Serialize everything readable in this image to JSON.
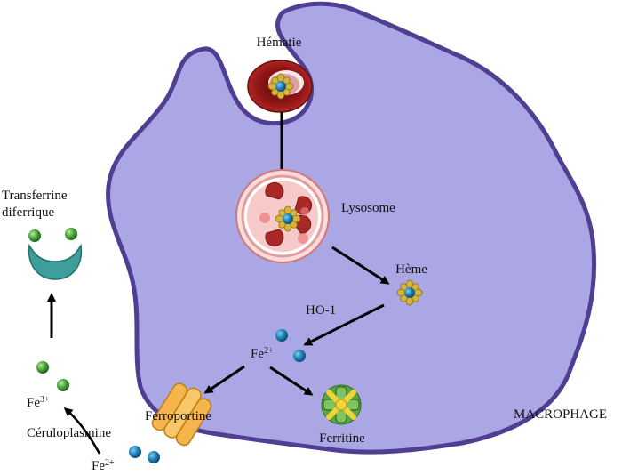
{
  "labels": {
    "hematie": "Hématie",
    "lysosome": "Lysosome",
    "heme": "Hème",
    "ho1": "HO-1",
    "fe2_center_base": "Fe",
    "fe2_center_sup": "2+",
    "ferroportine": "Ferroportine",
    "ferritine": "Ferritine",
    "macrophage": "MACROPHAGE",
    "transferrine_line1": "Transferrine",
    "transferrine_line2": "diferrique",
    "fe3_base": "Fe",
    "fe3_sup": "3+",
    "ceruloplasmine": "Céruloplasmine",
    "fe2_bottom_base": "Fe",
    "fe2_bottom_sup": "2+"
  },
  "colors": {
    "macrophage_fill": "#ab a6e4",
    "macrophage_stroke": "#4f3f93",
    "hematie": "#8e1414",
    "lysosome_ring": "#e89a9a",
    "iron_blue": "#1f83b8",
    "iron_green": "#4aa63c",
    "transferrine": "#3f9e9a",
    "ferroportine": "#f2b24a",
    "heme_gold": "#c9a227"
  },
  "icons": [
    "hematie-icon",
    "lysosome-icon",
    "heme-icon",
    "ferritine-icon",
    "ferroportine-icon",
    "transferrine-icon",
    "iron-ion-icon"
  ]
}
